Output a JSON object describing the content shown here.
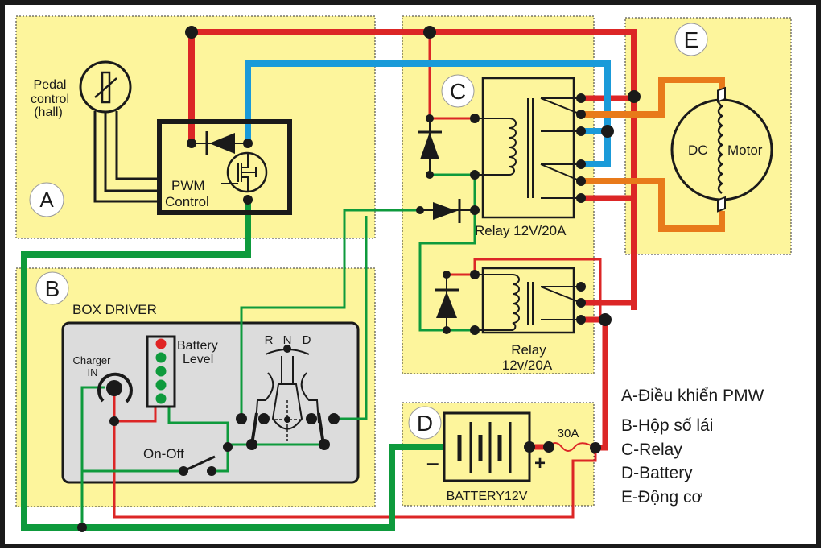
{
  "diagram": {
    "type": "wiring-schematic",
    "panels": {
      "A": {
        "badge": "A",
        "pedal_label_1": "Pedal",
        "pedal_label_2": "control",
        "pedal_label_3": "(hall)",
        "pwm_label_1": "PWM",
        "pwm_label_2": "Control"
      },
      "B": {
        "badge": "B",
        "title": "BOX DRIVER",
        "charger_label_1": "Charger",
        "charger_label_2": "IN",
        "battery_level_1": "Battery",
        "battery_level_2": "Level",
        "gear_r": "R",
        "gear_n": "N",
        "gear_d": "D",
        "switch_label": "On-Off"
      },
      "C": {
        "badge": "C",
        "relay1_label": "Relay 12V/20A",
        "relay2_label_1": "Relay",
        "relay2_label_2": "12v/20A"
      },
      "D": {
        "badge": "D",
        "battery_label": "BATTERY12V",
        "minus": "–",
        "plus": "+",
        "fuse_label": "30A"
      },
      "E": {
        "badge": "E",
        "motor_label_1": "DC",
        "motor_label_2": "Motor"
      }
    },
    "battery_leds": [
      "red",
      "green",
      "green",
      "green",
      "green"
    ],
    "legend": [
      "A-Điều khiển PMW",
      "B-Hộp số lái",
      "C-Relay",
      "D-Battery",
      "E-Động cơ"
    ],
    "colors": {
      "panel": "#fdf59c",
      "box": "#dcdcdc",
      "positive": "#dc2626",
      "pwm_out": "#1a9ad9",
      "negative": "#0e9a3c",
      "motor": "#e87a1a"
    }
  }
}
